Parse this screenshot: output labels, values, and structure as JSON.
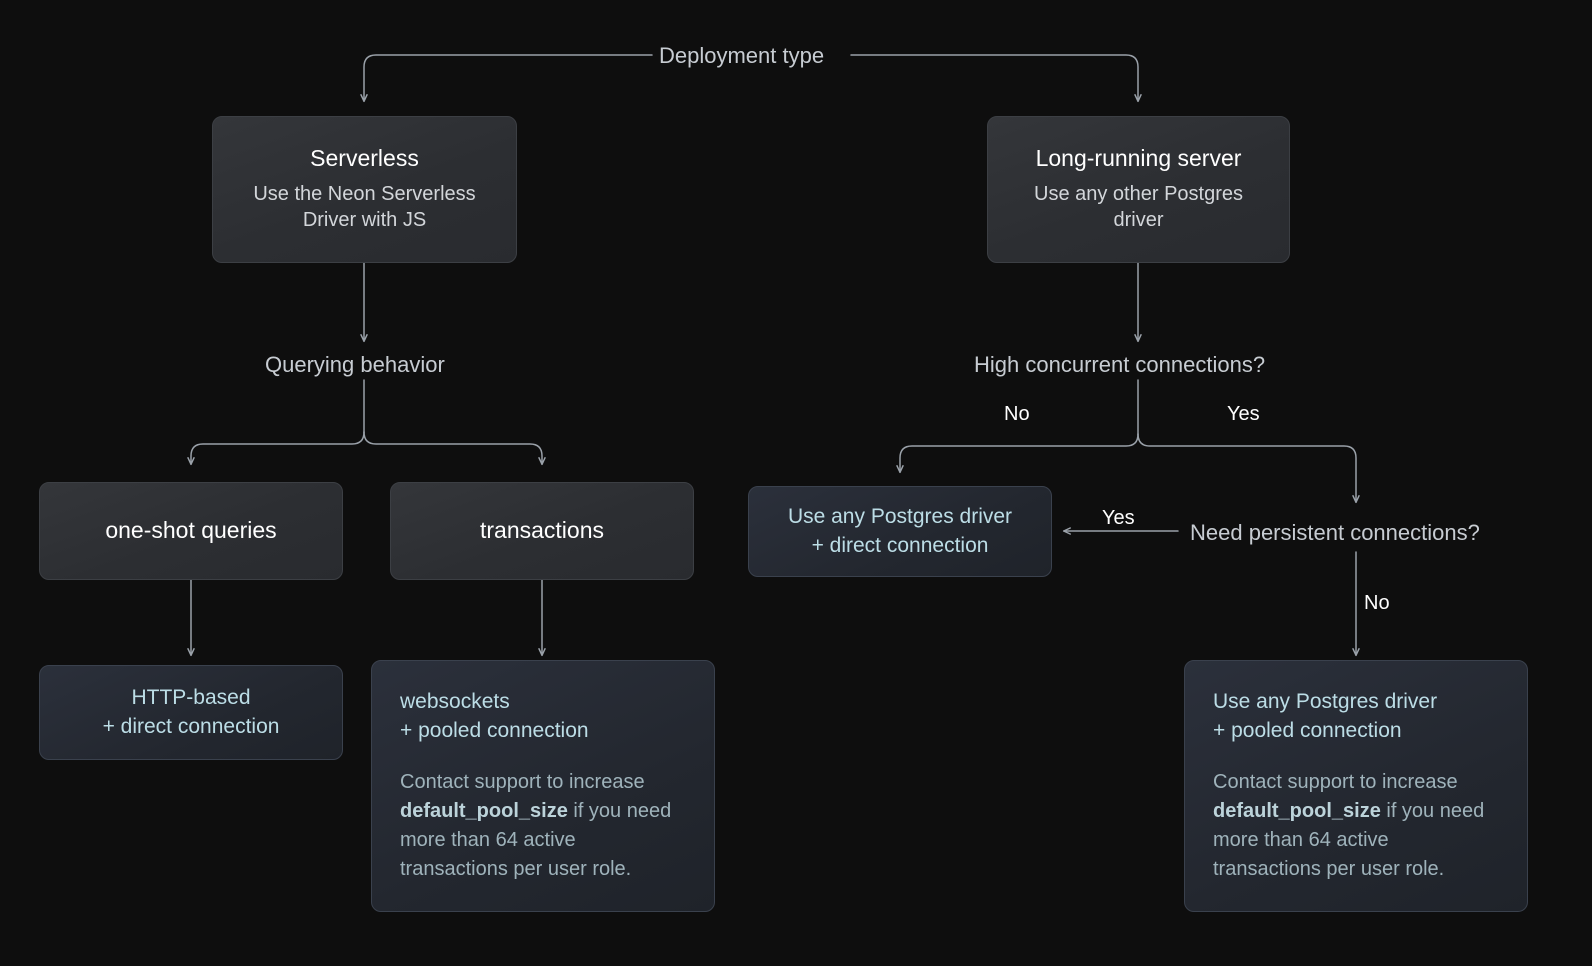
{
  "diagram": {
    "root_label": "Deployment type",
    "nodes": {
      "serverless": {
        "title": "Serverless",
        "sub": "Use the Neon Serverless Driver with JS"
      },
      "long_running": {
        "title": "Long-running server",
        "sub": "Use any other Postgres driver"
      },
      "querying_behavior": {
        "label": "Querying behavior"
      },
      "high_concurrent": {
        "label": "High concurrent connections?"
      },
      "need_persistent": {
        "label": "Need persistent connections?"
      },
      "one_shot": {
        "title": "one-shot queries"
      },
      "transactions": {
        "title": "transactions"
      },
      "http_based": {
        "line1": "HTTP-based",
        "line2": "+ direct connection"
      },
      "websockets": {
        "line1": "websockets",
        "line2": "+ pooled connection",
        "note_before": "Contact support to increase ",
        "note_code": "default_pool_size",
        "note_after": " if you need more than 64 active transactions per user role."
      },
      "direct_any_driver": {
        "line1": "Use any Postgres driver",
        "line2": "+ direct connection"
      },
      "pooled_any_driver": {
        "line1": "Use any Postgres driver",
        "line2": "+ pooled connection",
        "note_before": "Contact support to increase ",
        "note_code": "default_pool_size",
        "note_after": " if you need more than 64 active transactions per user role."
      }
    },
    "edge_labels": {
      "concurrent_no": "No",
      "concurrent_yes": "Yes",
      "persistent_yes": "Yes",
      "persistent_no": "No"
    },
    "colors": {
      "background": "#0e0e0e",
      "node_gray_fill": "#2d2f33",
      "node_blue_fill": "#262b33",
      "edge_stroke": "#9aa1a9",
      "result_text": "#bcdde6",
      "note_text": "#9fb3bb",
      "label_text": "#c7ccd2"
    }
  }
}
